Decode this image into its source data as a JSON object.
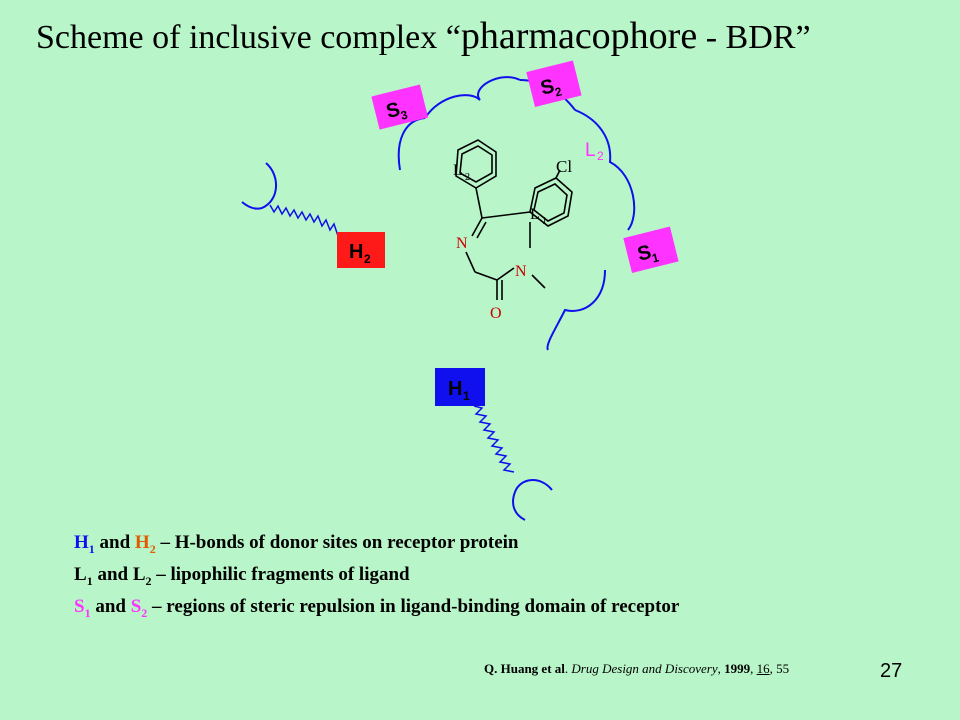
{
  "title": {
    "part1": "Scheme of inclusive",
    "part2": "complex “",
    "part3": "pharmacophore",
    "part4": "- BDR”"
  },
  "labels": {
    "S": "S",
    "H": "H",
    "L": "L",
    "sub1": "1",
    "sub2": "2",
    "sub3": "3",
    "Cl": "Cl",
    "N": "N",
    "O": "O"
  },
  "legend": {
    "line1": {
      "h": "H",
      "s1": "1",
      "and": " and ",
      "h2": "H",
      "s2": "2",
      "text": " – H-bonds of donor sites on receptor protein"
    },
    "line2": {
      "l": "L",
      "s1": "1",
      "and": " and ",
      "l2": "L",
      "s2": "2",
      "text": " – lipophilic fragments of ligand"
    },
    "line3": {
      "s": "S",
      "s1": "1",
      "and": " and ",
      "sx": "S",
      "s2": "2",
      "text": " – regions of steric repulsion in ligand-binding domain of receptor"
    }
  },
  "citation": {
    "authors": "Q. Huang et al",
    "dot": ". ",
    "journal": "Drug Design and Discovery",
    "comma1": ", ",
    "year": "1999",
    "comma2": ", ",
    "volume": "16",
    "comma3": ", ",
    "page": "55"
  },
  "page_number": "27",
  "colors": {
    "background": "#b8f5c8",
    "magenta": "#ff33ff",
    "red": "#ff1a1a",
    "blue": "#1010ee",
    "orange": "#e05a00",
    "pink_label": "#ff33ff",
    "mol_letters": "#cc0000"
  }
}
